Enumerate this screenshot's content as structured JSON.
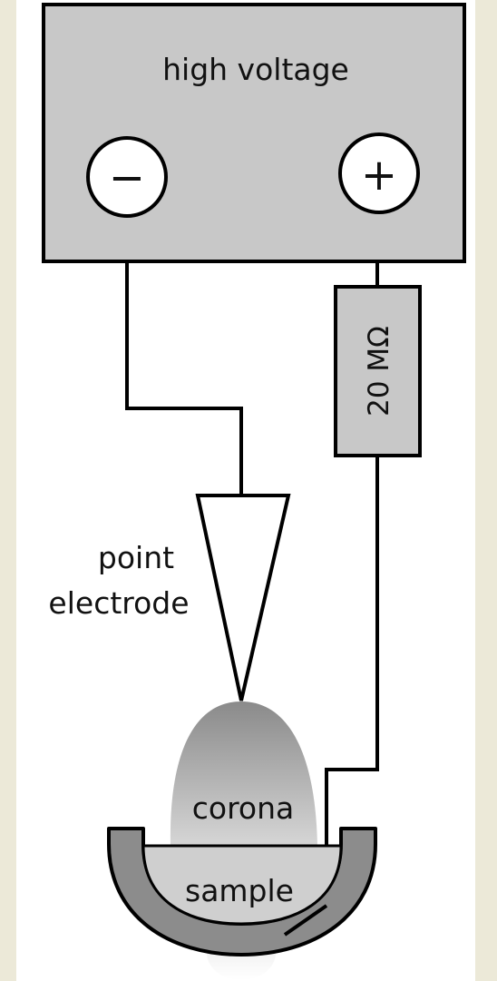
{
  "diagram": {
    "power_supply": {
      "label": "high voltage",
      "negative_terminal": "−",
      "positive_terminal": "+"
    },
    "resistor": {
      "label": "20 MΩ"
    },
    "electrode": {
      "label_line1": "point",
      "label_line2": "electrode"
    },
    "corona": {
      "label": "corona"
    },
    "sample": {
      "label": "sample"
    },
    "colors": {
      "background": "#ece9d8",
      "panel": "#ffffff",
      "supply_box": "#c8c8c8",
      "resistor_box": "#c8c8c8",
      "dish": "#8c8c8c",
      "sample": "#cfcfcf",
      "corona_gradient": [
        "#8a8a8a",
        "#d4d4d4"
      ],
      "line": "#000000"
    }
  }
}
